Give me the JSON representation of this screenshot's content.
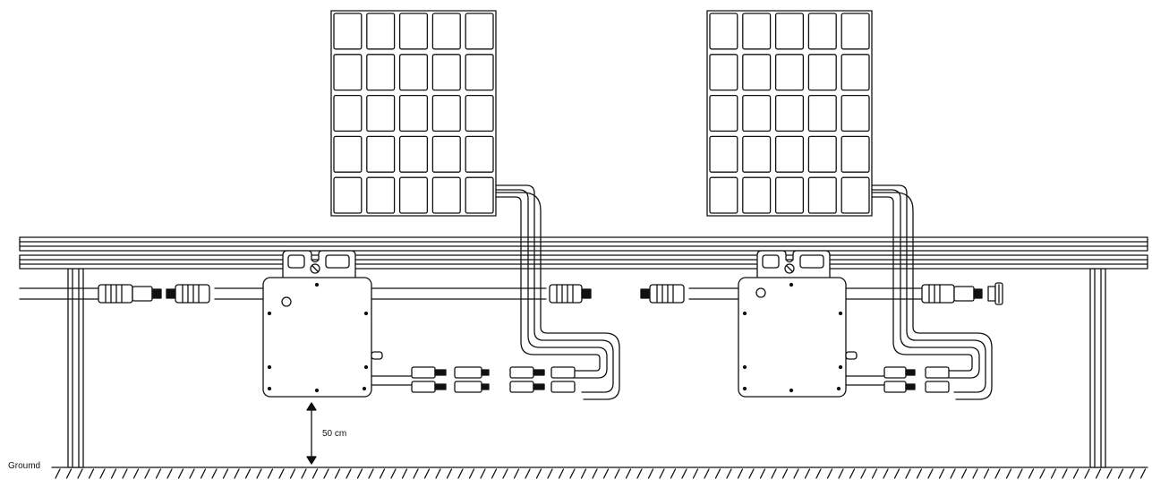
{
  "labels": {
    "ground": "Groumd",
    "distance": "50 cm"
  },
  "colors": {
    "line": "#111111",
    "fill": "#ffffff",
    "cell_fill": "#ffffff"
  },
  "components": {
    "solar_panels": 2,
    "microinverters": 2,
    "mounting_rails": 2,
    "support_posts": 2
  }
}
